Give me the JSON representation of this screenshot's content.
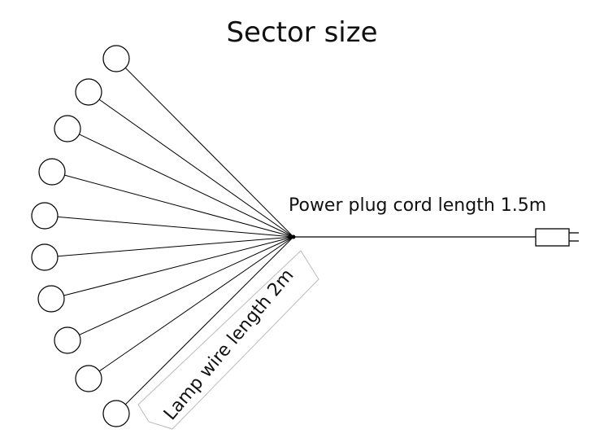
{
  "title": "Sector size",
  "labels": {
    "power_cord": "Power plug cord length 1.5m",
    "lamp_wire": "Lamp wire length 2m"
  },
  "diagram": {
    "lamp_count": 10,
    "colors": {
      "line": "#000000",
      "label_border": "#bbbbbb",
      "background": "#ffffff"
    }
  }
}
